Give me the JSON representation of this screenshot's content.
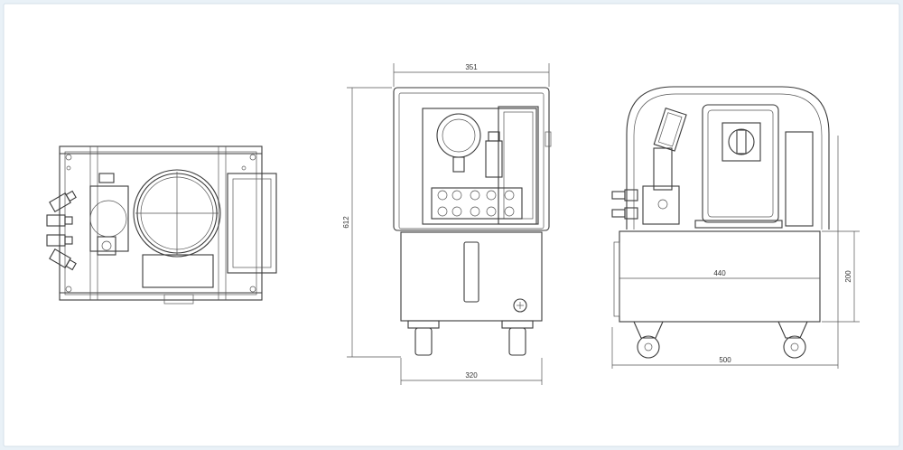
{
  "colors": {
    "background": "#e9f1f7",
    "paper": "#ffffff",
    "line": "#3a3a3a"
  },
  "dimensions": {
    "front_width": "351",
    "front_height": "612",
    "front_base_width": "320",
    "side_tank_length": "440",
    "side_tank_height": "200",
    "side_overall_length": "500"
  }
}
